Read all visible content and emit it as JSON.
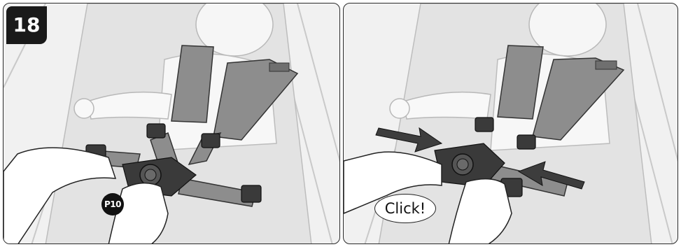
{
  "step": {
    "number": "18"
  },
  "left_panel": {
    "reference_badge": "P10"
  },
  "right_panel": {
    "sound_label": "Click!"
  },
  "icons": [
    "arrow-right-icon",
    "arrow-left-icon"
  ],
  "colors": {
    "strap": "#8d8d8d",
    "buckle": "#3a3a3a",
    "arrow": "#3d3d3d",
    "background": "#f1f1f1",
    "outline": "#2a2a2a"
  }
}
